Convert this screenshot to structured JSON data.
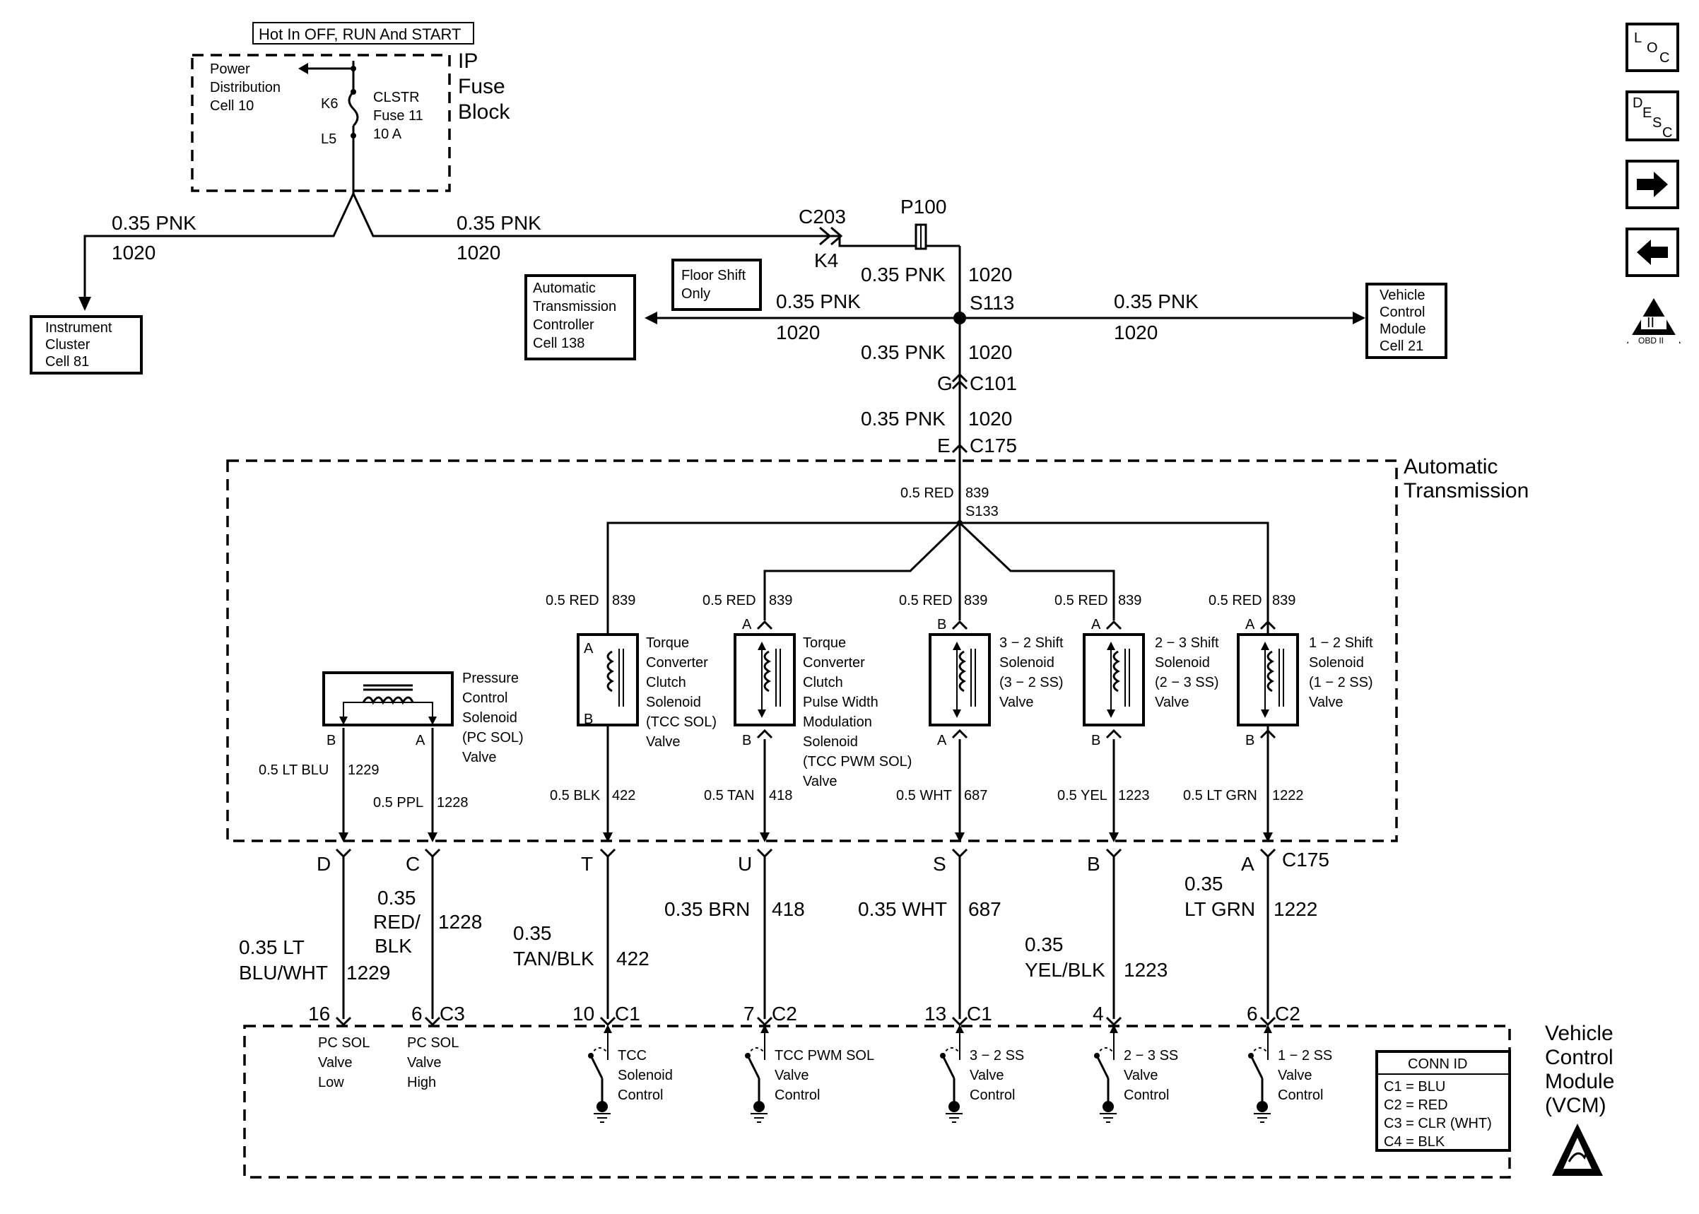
{
  "header": {
    "ignition": "Hot In OFF, RUN And START"
  },
  "fuse_block": {
    "title": [
      "IP",
      "Fuse",
      "Block"
    ],
    "pdc": [
      "Power",
      "Distribution",
      "Cell 10"
    ],
    "fuse": [
      "CLSTR",
      "Fuse 11",
      "10 A"
    ],
    "pin_in": "K6",
    "pin_out": "L5"
  },
  "wire_1020": {
    "gauge": "0.35 PNK",
    "circuit": "1020"
  },
  "connectors": {
    "c203": "C203",
    "c203_pin": "K4",
    "p100": "P100",
    "s113": "S113",
    "c101_pin": "G",
    "c101": "C101",
    "c175_pin": "E",
    "c175": "C175",
    "s133": "S133"
  },
  "components": {
    "instrument_cluster": [
      "Instrument",
      "Cluster",
      "Cell 81"
    ],
    "floor_shift": [
      "Floor Shift",
      "Only"
    ],
    "atc": [
      "Automatic",
      "Transmission",
      "Controller",
      "Cell 138"
    ],
    "vcm_cell": [
      "Vehicle",
      "Control",
      "Module",
      "Cell 21"
    ],
    "auto_trans": [
      "Automatic",
      "Transmission"
    ],
    "vcm": [
      "Vehicle",
      "Control",
      "Module",
      "(VCM)"
    ]
  },
  "feed_839": {
    "gauge": "0.5 RED",
    "circuit": "839"
  },
  "solenoids": [
    {
      "label": [
        "Pressure",
        "Control",
        "Solenoid",
        "(PC SOL)",
        "Valve"
      ],
      "pin_top": "",
      "pin_bot": ""
    },
    {
      "label": [
        "Torque",
        "Converter",
        "Clutch",
        "Solenoid",
        "(TCC SOL)",
        "Valve"
      ],
      "pin_top": "A",
      "pin_bot": "B"
    },
    {
      "label": [
        "Torque",
        "Converter",
        "Clutch",
        "Pulse Width",
        "Modulation",
        "Solenoid",
        "(TCC PWM SOL)",
        "Valve"
      ],
      "pin_top": "A",
      "pin_bot": "B"
    },
    {
      "label": [
        "3 − 2 Shift",
        "Solenoid",
        "(3 − 2 SS)",
        "Valve"
      ],
      "pin_top": "B",
      "pin_bot": "A"
    },
    {
      "label": [
        "2 − 3 Shift",
        "Solenoid",
        "(2 − 3 SS)",
        "Valve"
      ],
      "pin_top": "A",
      "pin_bot": "B"
    },
    {
      "label": [
        "1 − 2 Shift",
        "Solenoid",
        "(1 − 2 SS)",
        "Valve"
      ],
      "pin_top": "A",
      "pin_bot": "B"
    }
  ],
  "pc_pins": {
    "b": "B",
    "a": "A"
  },
  "inner_wires": [
    {
      "gauge": "0.5 LT BLU",
      "circuit": "1229"
    },
    {
      "gauge": "0.5 PPL",
      "circuit": "1228"
    },
    {
      "gauge": "0.5 BLK",
      "circuit": "422"
    },
    {
      "gauge": "0.5 TAN",
      "circuit": "418"
    },
    {
      "gauge": "0.5 WHT",
      "circuit": "687"
    },
    {
      "gauge": "0.5 YEL",
      "circuit": "1223"
    },
    {
      "gauge": "0.5 LT GRN",
      "circuit": "1222"
    }
  ],
  "c175_pins": [
    "D",
    "C",
    "T",
    "U",
    "S",
    "B",
    "A"
  ],
  "c175_label": "C175",
  "outer_wires": [
    {
      "lines": [
        "0.35 LT",
        "BLU/WHT"
      ],
      "circuit": "1229"
    },
    {
      "lines": [
        "0.35",
        "RED/",
        "BLK"
      ],
      "circuit": "1228"
    },
    {
      "lines": [
        "0.35",
        "TAN/BLK"
      ],
      "circuit": "422"
    },
    {
      "lines": [
        "0.35 BRN"
      ],
      "circuit": "418"
    },
    {
      "lines": [
        "0.35 WHT"
      ],
      "circuit": "687"
    },
    {
      "lines": [
        "0.35",
        "YEL/BLK"
      ],
      "circuit": "1223"
    },
    {
      "lines": [
        "0.35",
        "LT GRN"
      ],
      "circuit": "1222"
    }
  ],
  "vcm_pins": [
    {
      "pin": "16",
      "conn": ""
    },
    {
      "pin": "6",
      "conn": "C3"
    },
    {
      "pin": "10",
      "conn": "C1"
    },
    {
      "pin": "7",
      "conn": "C2"
    },
    {
      "pin": "13",
      "conn": "C1"
    },
    {
      "pin": "4",
      "conn": ""
    },
    {
      "pin": "6",
      "conn": "C2"
    }
  ],
  "vcm_labels": [
    [
      "PC SOL",
      "Valve",
      "Low"
    ],
    [
      "PC SOL",
      "Valve",
      "High"
    ],
    [
      "TCC",
      "Solenoid",
      "Control"
    ],
    [
      "TCC PWM SOL",
      "Valve",
      "Control"
    ],
    [
      "3 − 2 SS",
      "Valve",
      "Control"
    ],
    [
      "2 − 3 SS",
      "Valve",
      "Control"
    ],
    [
      "1 − 2 SS",
      "Valve",
      "Control"
    ]
  ],
  "conn_id": {
    "title": "CONN ID",
    "rows": [
      "C1 = BLU",
      "C2 = RED",
      "C3 = CLR (WHT)",
      "C4 = BLK"
    ]
  },
  "nav": {
    "loc": {
      "l": "L",
      "o": "O",
      "c": "C"
    },
    "desc": {
      "d": "D",
      "e": "E",
      "s": "S",
      "c": "C"
    },
    "obd": {
      "roman": "II",
      "text": "OBD II"
    }
  }
}
